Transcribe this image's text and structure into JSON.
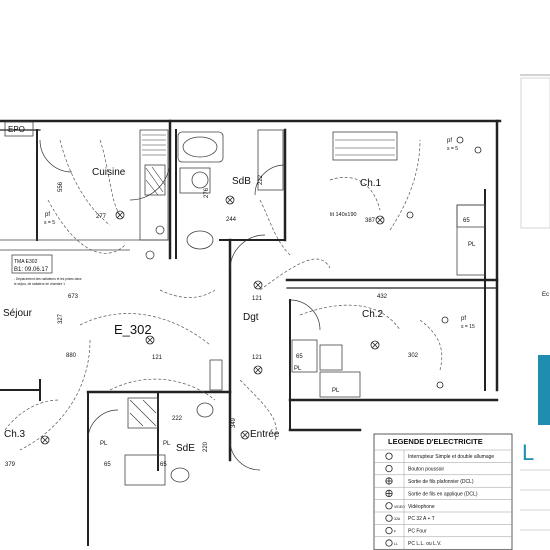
{
  "rooms": {
    "cuisine": "Cuisine",
    "sdb": "SdB",
    "ch1": "Ch.1",
    "sejour": "Séjour",
    "ch2": "Ch.2",
    "dgt": "Dgt",
    "ch3": "Ch.3",
    "sde": "SdE",
    "entree": "Entrée"
  },
  "unit_label": "E_302",
  "tags": {
    "epo": "EPO",
    "tma_title": "TMA E302",
    "tma_date": "B1: 09.06.17",
    "tma_note_line1": "- Déplacement des radiateurs et les prises dans",
    "tma_note_line2": "le séjour, de radiateur de chambre 1"
  },
  "furniture": {
    "bed": "lit 140x190",
    "pl": "PL",
    "prise_ch1": "pf",
    "prise_ch1_s": "s = 5",
    "prise_sejour": "pf",
    "prise_sejour_s": "s = 5",
    "prise_ch2": "pf",
    "prise_ch2_s": "s = 15"
  },
  "dimensions": {
    "d277": "277",
    "d673": "673",
    "d327": "327",
    "d880": "880",
    "d379": "379",
    "d244": "244",
    "d387": "387",
    "d222a": "222",
    "d276": "276",
    "d121a": "121",
    "d121b": "121",
    "d121c": "121",
    "d432": "432",
    "d302": "302",
    "d65a": "65",
    "d65b": "65",
    "d65c": "65",
    "d65d": "65",
    "d222b": "222",
    "d349": "349",
    "d220": "220",
    "d556": "556"
  },
  "legend": {
    "title": "LEGENDE D'ELECTRICITE",
    "items": [
      "Interrupteur Simple et double allumage",
      "Bouton poussoir",
      "Sortie de fils plafonnier (DCL)",
      "Sortie de fils en applique (DCL)",
      "Vidéophone",
      "PC 32 A + T",
      "PC Four",
      "PC L.L. ou L.V."
    ],
    "symbol_labels": [
      "",
      "",
      "",
      "",
      "VIDEO",
      "32A",
      "F",
      "LL"
    ]
  },
  "side_panel": {
    "logo_letter": "L",
    "ec_label": "Ec"
  }
}
